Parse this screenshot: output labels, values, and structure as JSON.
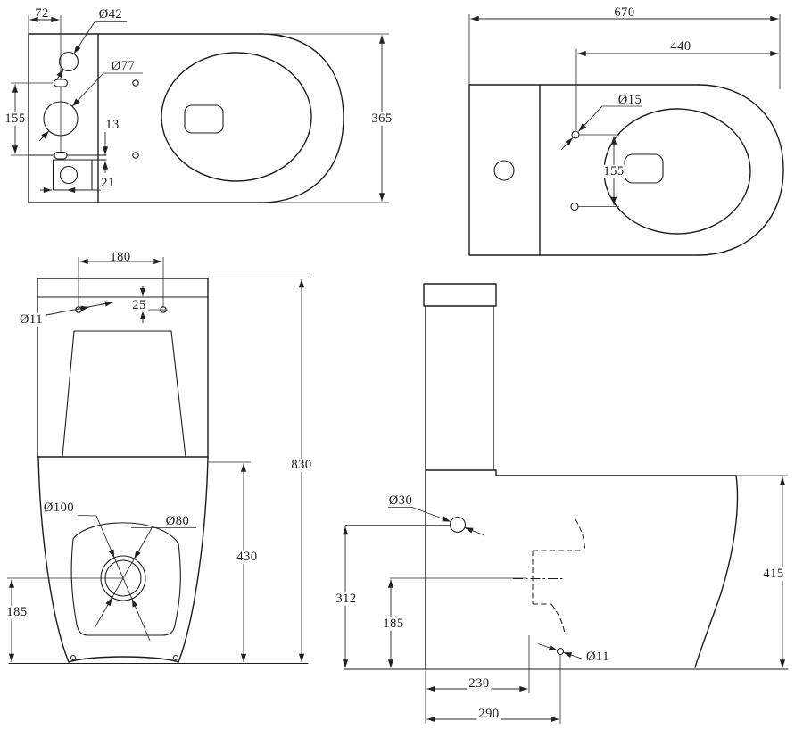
{
  "drawing": {
    "background": "#ffffff",
    "line_color": "#1c1c1c",
    "views": {
      "plan_left": {
        "dims": {
          "width_72": "72",
          "dia_42": "Ø42",
          "dia_77": "Ø77",
          "spacing_155": "155",
          "gap_13": "13",
          "offset_21": "21",
          "depth_365": "365"
        }
      },
      "plan_right": {
        "dims": {
          "width_670": "670",
          "depth_440": "440",
          "dia_15": "Ø15",
          "spacing_155": "155"
        }
      },
      "front": {
        "dims": {
          "spacing_180": "180",
          "offset_25": "25",
          "dia_11": "Ø11",
          "height_830": "830",
          "height_430": "430",
          "height_185": "185",
          "dia_100": "Ø100",
          "dia_80": "Ø80"
        }
      },
      "side": {
        "dims": {
          "dia_30": "Ø30",
          "height_312": "312",
          "height_185": "185",
          "dist_230": "230",
          "dist_290": "290",
          "dia_11": "Ø11",
          "height_415": "415"
        }
      }
    }
  }
}
